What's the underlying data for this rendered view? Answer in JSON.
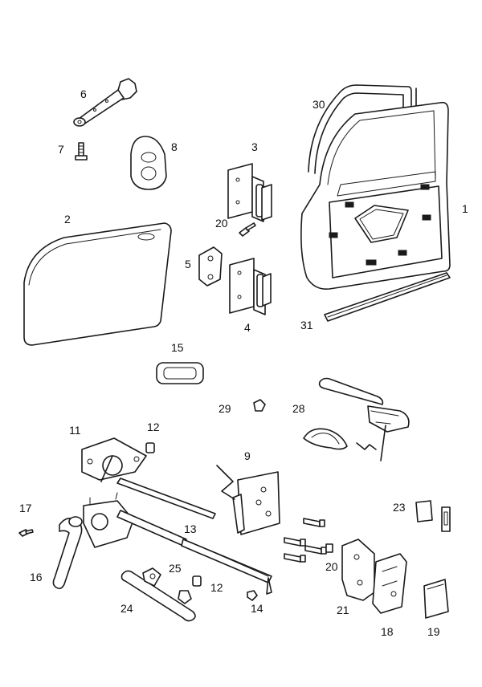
{
  "callouts": [
    {
      "id": "c6",
      "text": "6"
    },
    {
      "id": "c7",
      "text": "7"
    },
    {
      "id": "c8",
      "text": "8"
    },
    {
      "id": "c30",
      "text": "30"
    },
    {
      "id": "c3",
      "text": "3"
    },
    {
      "id": "c1",
      "text": "1"
    },
    {
      "id": "c2",
      "text": "2"
    },
    {
      "id": "c20a",
      "text": "20"
    },
    {
      "id": "c5",
      "text": "5"
    },
    {
      "id": "c4",
      "text": "4"
    },
    {
      "id": "c31",
      "text": "31"
    },
    {
      "id": "c15",
      "text": "15"
    },
    {
      "id": "c29",
      "text": "29"
    },
    {
      "id": "c28",
      "text": "28"
    },
    {
      "id": "c11",
      "text": "11"
    },
    {
      "id": "c12a",
      "text": "12"
    },
    {
      "id": "c9",
      "text": "9"
    },
    {
      "id": "c17",
      "text": "17"
    },
    {
      "id": "c23",
      "text": "23"
    },
    {
      "id": "c13",
      "text": "13"
    },
    {
      "id": "c20b",
      "text": "20"
    },
    {
      "id": "c16",
      "text": "16"
    },
    {
      "id": "c25",
      "text": "25"
    },
    {
      "id": "c12b",
      "text": "12"
    },
    {
      "id": "c24",
      "text": "24"
    },
    {
      "id": "c14",
      "text": "14"
    },
    {
      "id": "c21",
      "text": "21"
    },
    {
      "id": "c18",
      "text": "18"
    },
    {
      "id": "c19",
      "text": "19"
    }
  ]
}
